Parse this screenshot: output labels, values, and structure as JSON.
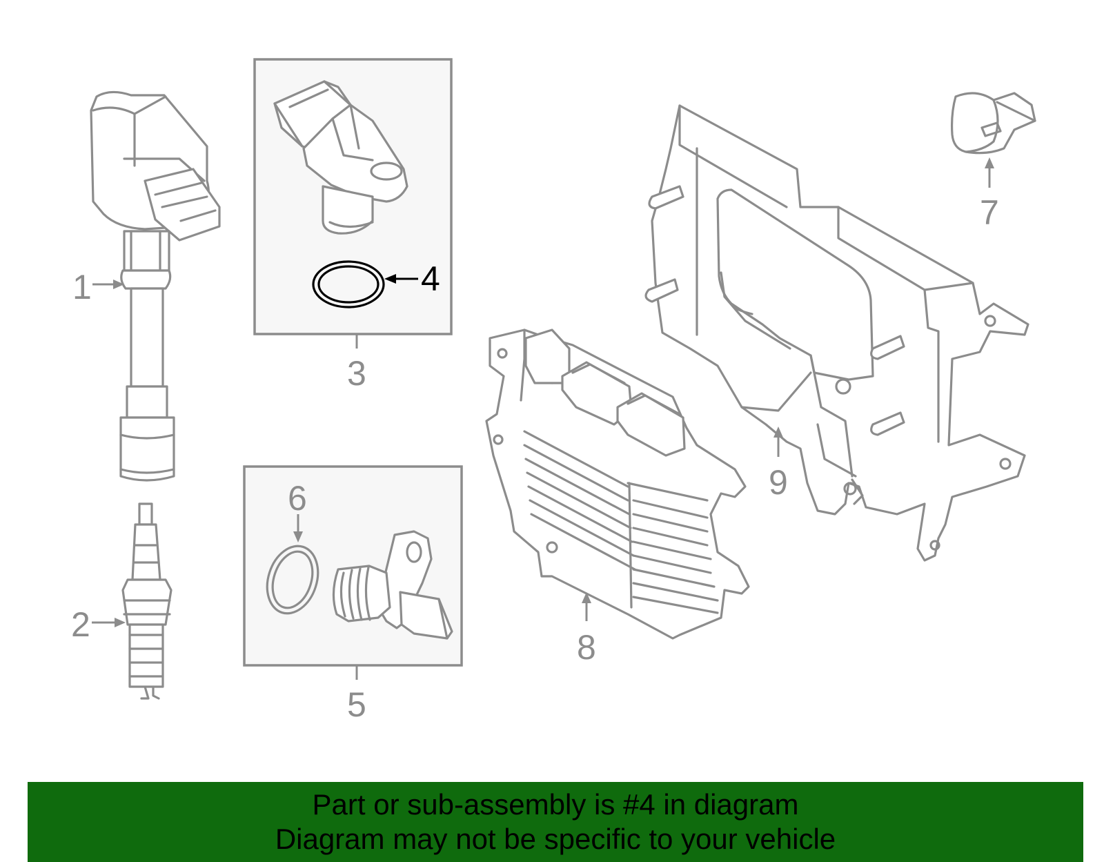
{
  "callouts": {
    "c1": "1",
    "c2": "2",
    "c3": "3",
    "c4": "4",
    "c5": "5",
    "c6": "6",
    "c7": "7",
    "c8": "8",
    "c9": "9"
  },
  "highlighted_callout": "4",
  "colors": {
    "line": "#8c8c8c",
    "highlight": "#000000",
    "banner_background": "#0f6b0d",
    "box_fill": "#f7f7f7"
  },
  "banner": {
    "line1": "Part or sub-assembly is #4 in diagram",
    "line2": "Diagram may not be specific to your vehicle"
  }
}
